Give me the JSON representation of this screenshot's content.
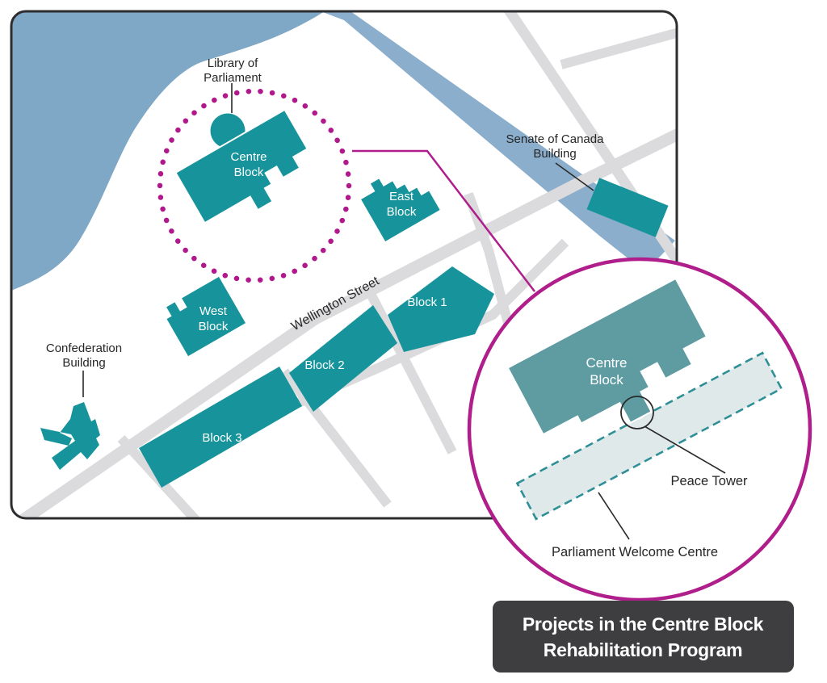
{
  "title": {
    "line1": "Projects in the Centre Block",
    "line2": "Rehabilitation Program"
  },
  "map": {
    "street_name": "Wellington Street",
    "labels": {
      "library": {
        "line1": "Library of",
        "line2": "Parliament"
      },
      "centre_block": {
        "line1": "Centre",
        "line2": "Block"
      },
      "east_block": {
        "line1": "East",
        "line2": "Block"
      },
      "west_block": {
        "line1": "West",
        "line2": "Block"
      },
      "senate": {
        "line1": "Senate of Canada",
        "line2": "Building"
      },
      "confederation": {
        "line1": "Confederation",
        "line2": "Building"
      },
      "block1": "Block 1",
      "block2": "Block 2",
      "block3": "Block 3"
    }
  },
  "inset": {
    "centre_block": {
      "line1": "Centre",
      "line2": "Block"
    },
    "peace_tower": "Peace Tower",
    "welcome_centre": "Parliament Welcome Centre"
  },
  "colors": {
    "building_teal": "#17949B",
    "inset_building_teal": "#5E9CA2",
    "welcome_centre_fill": "#E0E9EA",
    "welcome_centre_dash": "#2F8F96",
    "magenta_accent": "#B01E8C",
    "river_blue": "#7FA7C6",
    "canal_blue": "#8AAECB",
    "street_grey": "#DBDBDE",
    "title_background": "#3E3E40",
    "map_border": "#2D2D2F",
    "label_text": "#262626",
    "label_text_on_teal": "#FFFFFF"
  }
}
